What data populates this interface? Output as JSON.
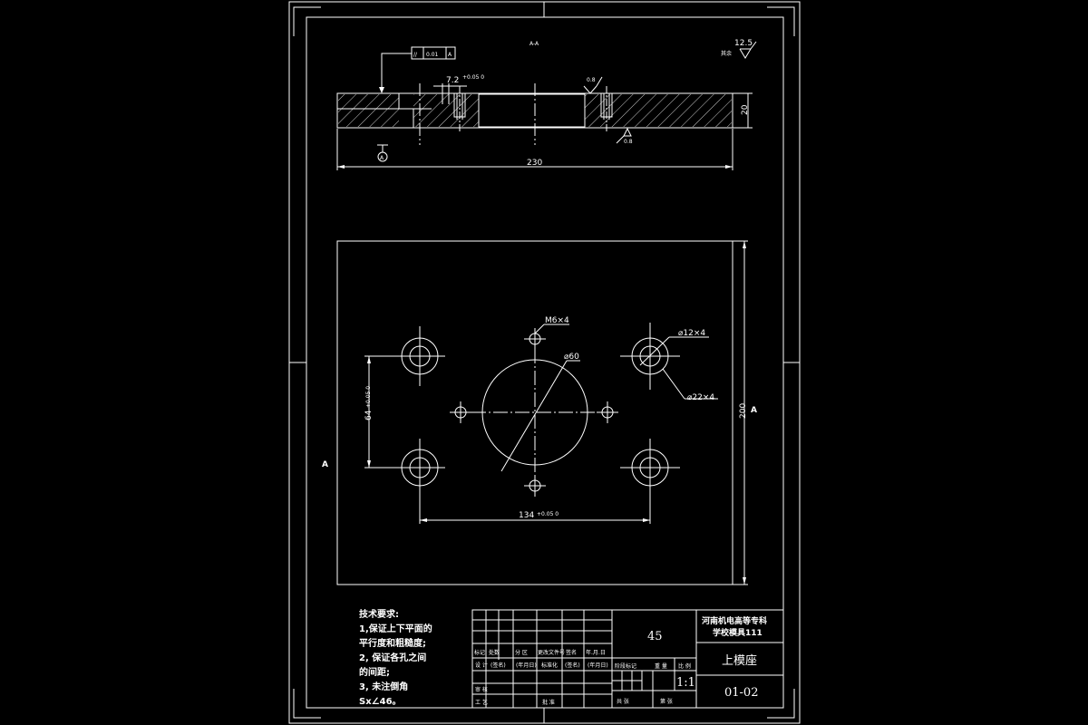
{
  "section_view": {
    "label": "A-A",
    "tolerance_symbol": "//",
    "tolerance_value": "0.01",
    "datum_ref": "A",
    "datum_label": "A",
    "surface_finish_top": "0.8",
    "surface_finish_bottom": "0.8",
    "counterbore_dim": "7.2",
    "counterbore_tol": "+0.05 0",
    "thickness_dim": "20",
    "length_dim": "230"
  },
  "roughness": {
    "value": "12.5",
    "label": "其余"
  },
  "plan_view": {
    "section_marker_left": "A",
    "section_marker_right": "A",
    "thread_label": "M6×4",
    "bore_label": "⌀60",
    "hole_small_label": "⌀12×4",
    "hole_large_label": "⌀22×4",
    "vertical_spacing": "64",
    "vertical_spacing_tol": "+0.05 0",
    "horizontal_spacing": "134",
    "horizontal_spacing_tol": "+0.05 0",
    "width_dim": "200"
  },
  "tech_requirements": {
    "title": "技术要求:",
    "lines": [
      "1,保证上下平面的",
      "平行度和粗糙度;",
      "2, 保证各孔之间",
      "的间距;",
      "3, 未注倒角",
      "Sx∠46。"
    ]
  },
  "title_block": {
    "material": "45",
    "school_line1": "河南机电高等专科",
    "school_line2": "学校模具111",
    "part_name": "上模座",
    "drawing_number": "01-02",
    "scale": "1:1",
    "hdr_mark": "标记",
    "hdr_count": "处数",
    "hdr_zone": "分 区",
    "hdr_change_doc": "更改文件号",
    "hdr_sign": "签名",
    "hdr_date": "年.月.日",
    "row_design": "设 计",
    "row_sign": "(签名)",
    "row_date": "(年月日)",
    "row_std": "标准化",
    "row_sign2": "(签名)",
    "row_date2": "(年月日)",
    "stage_mark": "阶段标记",
    "weight": "重 量",
    "ratio": "比 例",
    "row_review": "审 核",
    "row_process": "工 艺",
    "row_approve": "批 准",
    "sheets_total": "共  张",
    "sheet_no": "第  张"
  }
}
